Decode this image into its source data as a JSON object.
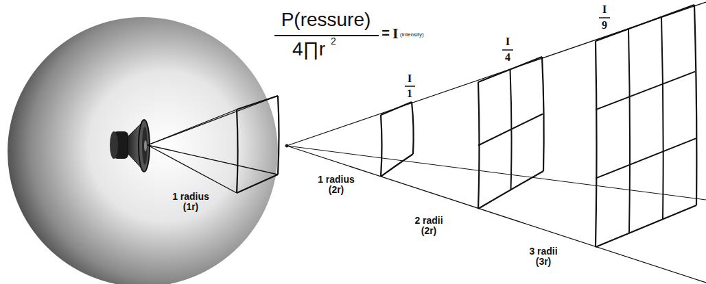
{
  "diagram": {
    "labels": [
      "P(ressure)",
      "4∏r",
      "2",
      "=",
      "I",
      "(intensity)",
      "I",
      "1",
      "I",
      "4",
      "I",
      "9",
      "1 radius (1r)",
      "1 radius (2r)",
      "2 radii (2r)",
      "3 radii (3r)"
    ]
  }
}
